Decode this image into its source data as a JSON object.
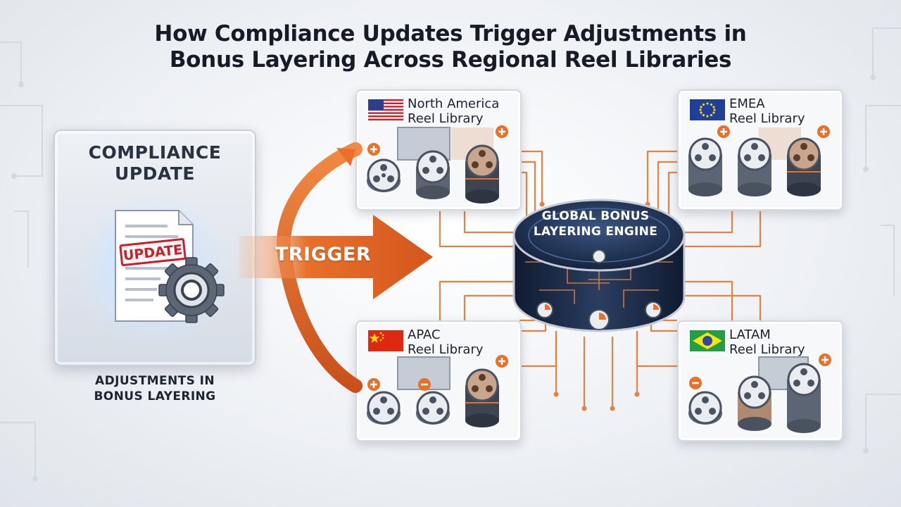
{
  "title_line1": "How Compliance Updates Trigger Adjustments in",
  "title_line2": "Bonus Layering Across Regional Reel Libraries",
  "compliance": {
    "title_line1": "COMPLIANCE",
    "title_line2": "UPDATE",
    "stamp": "UPDATE",
    "caption_line1": "ADJUSTMENTS IN",
    "caption_line2": "BONUS LAYERING"
  },
  "trigger_label": "TRIGGER",
  "engine": {
    "line1": "GLOBAL BONUS",
    "line2": "LAYERING ENGINE"
  },
  "libraries": [
    {
      "id": "na",
      "line1": "North America",
      "line2": "Reel Library",
      "flag": "usa-flag"
    },
    {
      "id": "emea",
      "line1": "EMEA",
      "line2": "Reel Library",
      "flag": "eu-flag"
    },
    {
      "id": "apac",
      "line1": "APAC",
      "line2": "Reel Library",
      "flag": "china-flag"
    },
    {
      "id": "latam",
      "line1": "LATAM",
      "line2": "Reel Library",
      "flag": "brazil-flag"
    }
  ],
  "colors": {
    "accent": "#e8702a",
    "navy": "#1c2a44",
    "panel": "#d6dce5"
  },
  "icons": [
    "document-icon",
    "gear-icon",
    "film-reel-icon",
    "plus-icon",
    "minus-icon"
  ]
}
